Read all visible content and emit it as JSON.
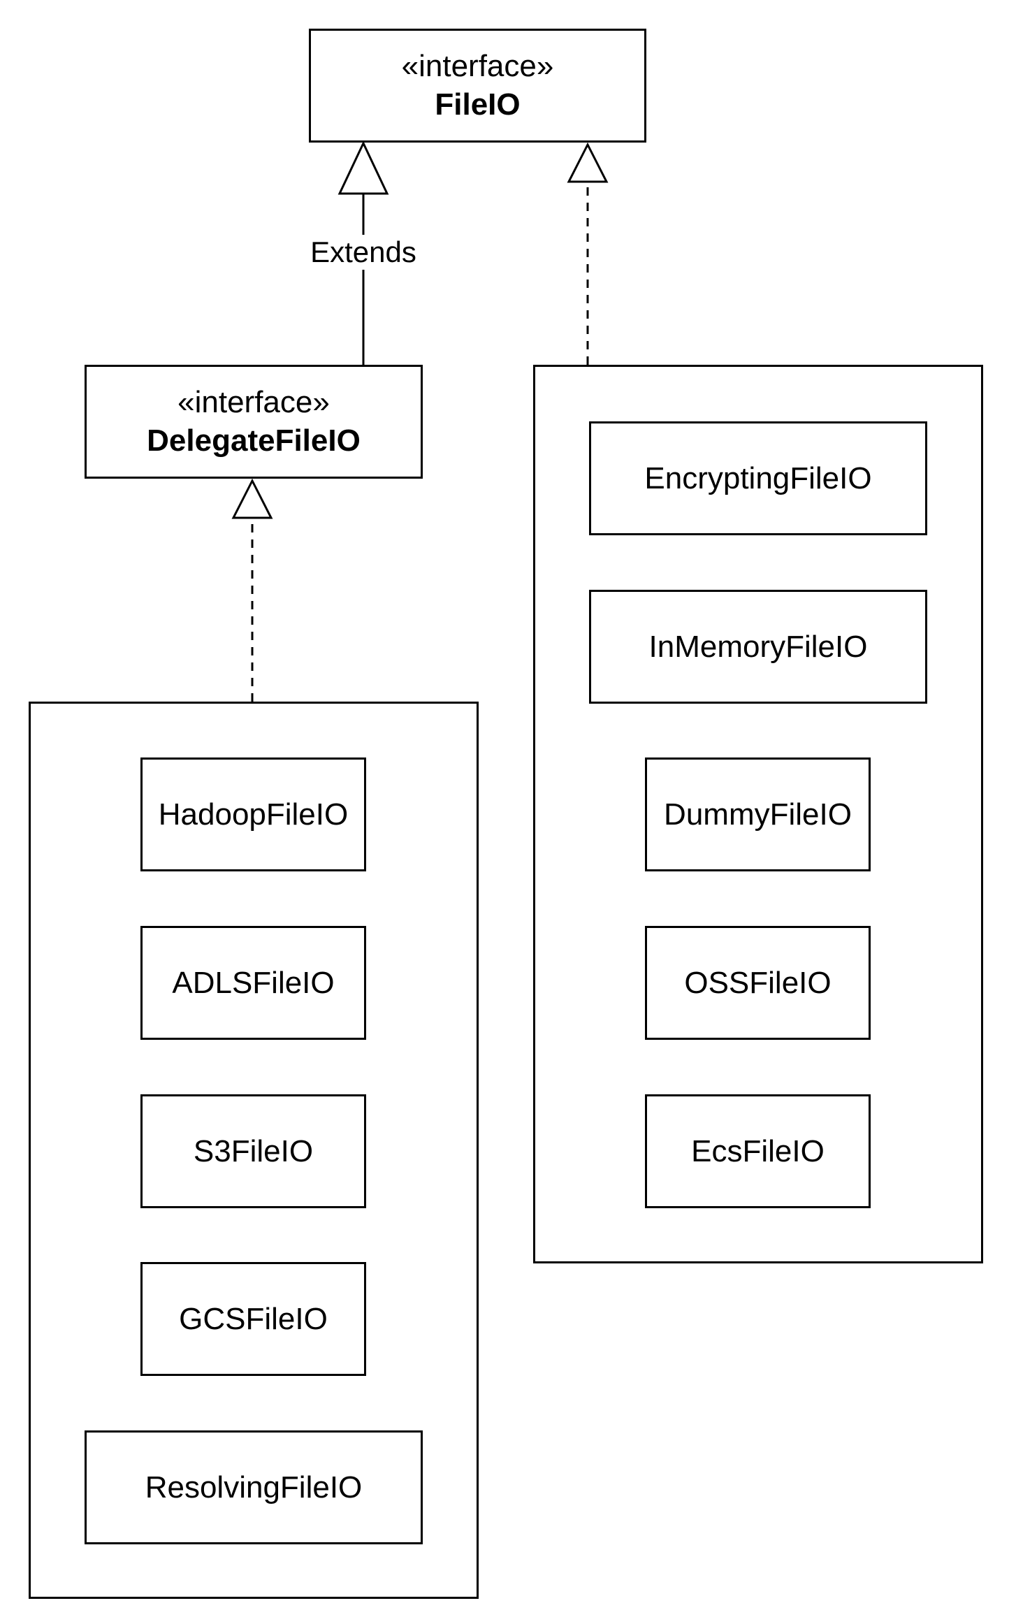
{
  "interfaces": {
    "fileio": {
      "stereotype": "«interface»",
      "name": "FileIO"
    },
    "delegate": {
      "stereotype": "«interface»",
      "name": "DelegateFileIO"
    }
  },
  "relations": {
    "extends_label": "Extends"
  },
  "delegate_group": {
    "classes": [
      "HadoopFileIO",
      "ADLSFileIO",
      "S3FileIO",
      "GCSFileIO",
      "ResolvingFileIO"
    ]
  },
  "fileio_group": {
    "classes": [
      "EncryptingFileIO",
      "InMemoryFileIO",
      "DummyFileIO",
      "OSSFileIO",
      "EcsFileIO"
    ]
  }
}
